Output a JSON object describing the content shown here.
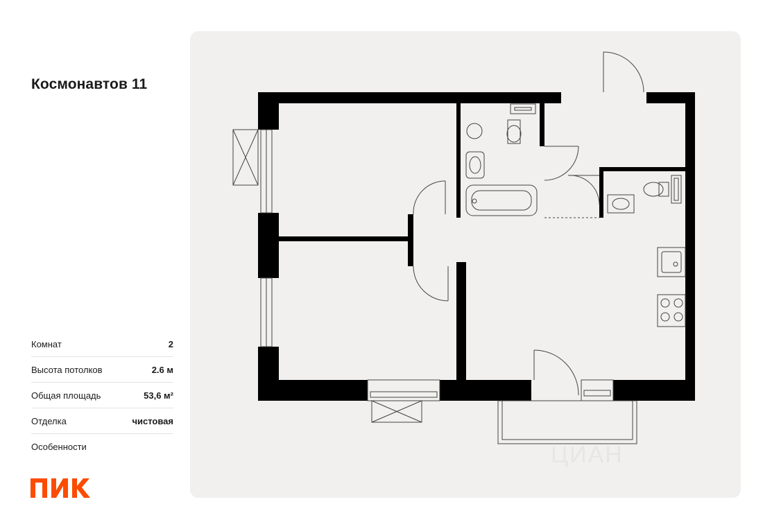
{
  "project": {
    "title": "Космонавтов 11"
  },
  "specs": [
    {
      "label": "Комнат",
      "value": "2"
    },
    {
      "label": "Высота потолков",
      "value": "2.6 м"
    },
    {
      "label": "Общая площадь",
      "value": "53,6 м²"
    },
    {
      "label": "Отделка",
      "value": "чистовая"
    },
    {
      "label": "Особенности",
      "value": ""
    }
  ],
  "brand": {
    "name": "ПИК",
    "color": "#fc4c02"
  },
  "watermark": {
    "text": "ЦИАН"
  },
  "colors": {
    "wall": "#000000",
    "card": "#f1f0ee",
    "line": "#555555"
  }
}
